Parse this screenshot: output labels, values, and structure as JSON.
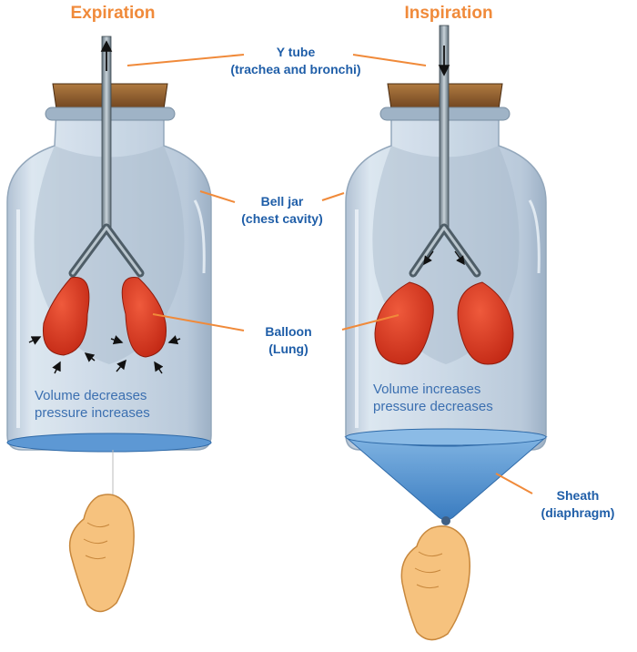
{
  "titles": {
    "expiration": "Expiration",
    "inspiration": "Inspiration"
  },
  "labels": {
    "y_tube": {
      "name": "Y tube",
      "detail": "(trachea and bronchi)"
    },
    "bell_jar": {
      "name": "Bell jar",
      "detail": "(chest cavity)"
    },
    "balloon": {
      "name": "Balloon",
      "detail": "(Lung)"
    },
    "sheath": {
      "name": "Sheath",
      "detail": "(diaphragm)"
    }
  },
  "notes": {
    "expiration": {
      "line1": "Volume decreases",
      "line2": "pressure increases"
    },
    "inspiration": {
      "line1": "Volume increases",
      "line2": "pressure decreases"
    }
  },
  "colors": {
    "title": "#f08a3a",
    "label": "#1f5ea8",
    "leader_line": "#f08a3a",
    "jar_glass": "#c4d4e3",
    "balloon": "#d8321e",
    "sheath": "#4d8ecf",
    "cork": "#8a5a2b",
    "hand": "#f6c27e"
  }
}
